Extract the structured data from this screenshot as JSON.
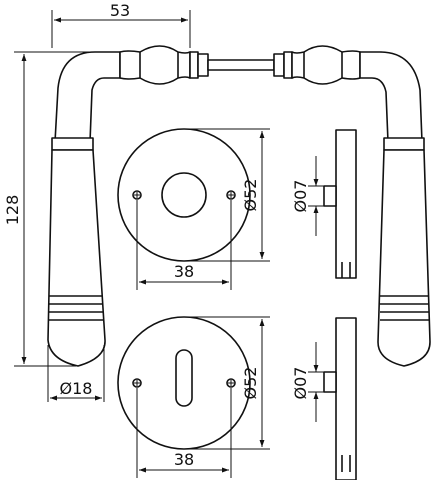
{
  "colors": {
    "stroke": "#111111",
    "fill": "#ffffff"
  },
  "dimensions": {
    "handle_width": "53",
    "handle_height": "128",
    "grip_diameter": "Ø18",
    "rose_diameter_top": "Ø52",
    "spindle_diameter_top": "Ø07",
    "screw_spacing_top": "38",
    "rose_diameter_bottom": "Ø52",
    "spindle_diameter_bottom": "Ø07",
    "screw_spacing_bottom": "38"
  }
}
